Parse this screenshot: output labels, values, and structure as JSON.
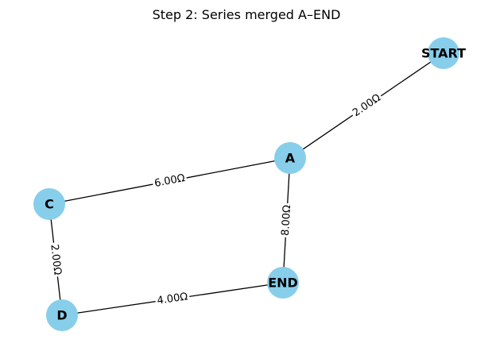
{
  "title": "Step 2: Series merged A–END",
  "colors": {
    "node_fill": "#87CEEB",
    "edge_stroke": "#000000",
    "label_bg": "#ffffff"
  },
  "nodes": [
    {
      "id": "START",
      "label": "START"
    },
    {
      "id": "A",
      "label": "A"
    },
    {
      "id": "C",
      "label": "C"
    },
    {
      "id": "D",
      "label": "D"
    },
    {
      "id": "END",
      "label": "END"
    }
  ],
  "edges": [
    {
      "from": "START",
      "to": "A",
      "label": "2.00Ω"
    },
    {
      "from": "A",
      "to": "C",
      "label": "6.00Ω"
    },
    {
      "from": "A",
      "to": "END",
      "label": "8.00Ω"
    },
    {
      "from": "C",
      "to": "D",
      "label": "2.00Ω"
    },
    {
      "from": "D",
      "to": "END",
      "label": "4.00Ω"
    }
  ]
}
